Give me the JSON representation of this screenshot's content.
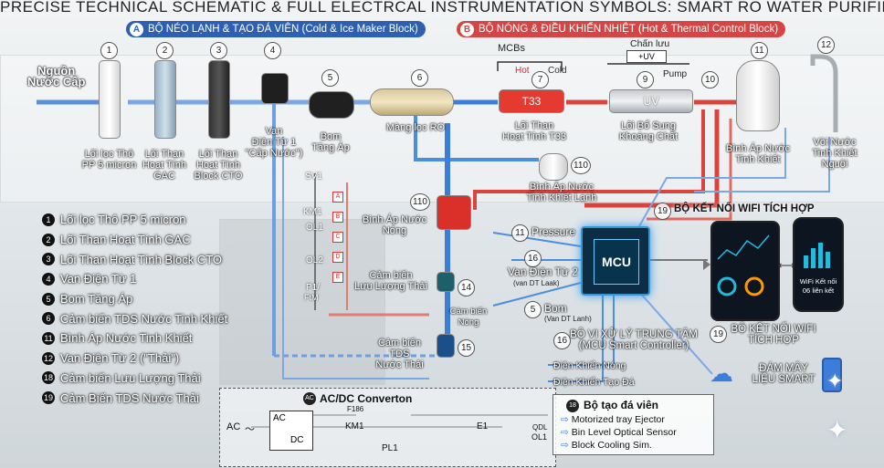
{
  "title": "PRECISE TECHNICAL SCHEMATIC & FULL ELECTRCAL INSTRUMENTATION SYMBOLS: SMART RO WATER PURIFIER",
  "section_a": {
    "badge": "A",
    "label": "BỘ NÉO LẠNH & TẠO ĐÁ VIÊN (Cold & Ice Maker Block)"
  },
  "section_b": {
    "badge": "B",
    "label": "BỘ NÓNG & ĐIỀU KHIỂN NHIỆT (Hot & Thermal Control Block)"
  },
  "source": {
    "line1": "Nguồn",
    "line2": "Nước Cấp"
  },
  "stages": [
    {
      "num": "1",
      "line1": "Lõi lọc Thô",
      "line2": "PP 5 micron",
      "line3": ""
    },
    {
      "num": "2",
      "line1": "Lõi Thạn",
      "line2": "Hoạt Tính",
      "line3": "GAC"
    },
    {
      "num": "3",
      "line1": "Lõi Than",
      "line2": "Hoạt Tính",
      "line3": "Block CTO"
    },
    {
      "num": "4",
      "line1": "Van",
      "line2": "Điện Từ 1",
      "line3": "\"Cấp Nước\")"
    },
    {
      "num": "5",
      "line1": "Bom",
      "line2": "Tăng Áp",
      "line3": ""
    },
    {
      "num": "6",
      "line1": "Màng lọc RO",
      "line2": "",
      "line3": ""
    },
    {
      "num": "7",
      "line1": "Lõi Than",
      "line2": "Hoạt Tính T33",
      "line3": ""
    },
    {
      "num": "9",
      "line1": "Lõi Bổ Sung",
      "line2": "Khoáng Chất",
      "line3": ""
    },
    {
      "num": "10",
      "line1": "",
      "line2": "",
      "line3": ""
    },
    {
      "num": "11",
      "line1": "Bình Áp Nước",
      "line2": "Tinh Khiết",
      "line3": ""
    },
    {
      "num": "12",
      "line1": "Vòi Nước",
      "line2": "Tinh Khiết",
      "line3": "Nguội"
    }
  ],
  "hot_labels": {
    "mcbs": "MCBs",
    "hot": "Hot",
    "cold": "Cold",
    "t33": "T33",
    "uv": "UV",
    "uv_panel": "Chấn lưu",
    "uv_tag": "+UV",
    "pump": "Pump"
  },
  "cold_tank": {
    "num": "110",
    "line1": "Bình Áp Nước",
    "line2": "Tinh Khiết Lạnh"
  },
  "hot_tank": {
    "num": "110",
    "line1": "Bình Áp Nước",
    "line2": "Nóng"
  },
  "flow_sensor": {
    "line1": "Cảm biến",
    "line2": "Lưu Lượng Thải",
    "num": "14"
  },
  "tds_sensor": {
    "line1": "Cảm biến",
    "line2": "TDS",
    "line3": "Nước Thải",
    "num": "15"
  },
  "temp_sensor": {
    "line1": "Cảm biến",
    "line2": "Nóng"
  },
  "relays": {
    "sv": "SV1",
    "km1": "KM1",
    "ol1": "OL1",
    "ol2": "OL2",
    "p1": "P1/",
    "p1b": "FtM",
    "boxes": [
      "A",
      "B",
      "C",
      "D",
      "E"
    ]
  },
  "mcu": {
    "label": "MCU",
    "pressure_num": "11",
    "pressure": "Pressure",
    "van_num": "16",
    "van": "Van Điện Từ 2",
    "van_sub": "(van DT Laak)",
    "bom_num": "5",
    "bom": "Bom",
    "bom_sub": "(Van DT Lanh)",
    "ctrl_num": "16",
    "ctrl_line1": "BỘ VI XỬ LÝ TRUNG TÂM",
    "ctrl_line2": "(MCU Smart Controller)",
    "hot_ctrl": "Điện Khiển Nóng",
    "ice_ctrl": "Điện Khiển Tạo Đá"
  },
  "wifi": {
    "num": "19",
    "label": "BỘ KẾT NỐI WIFI TÍCH HỢP",
    "num2": "19",
    "label2_line1": "BỘ KẾT NỐI WIFI",
    "label2_line2": "TÍCH HỢP",
    "phone_text1": "WiFi Kết nối",
    "phone_text2": "06 liên kết"
  },
  "cloud": {
    "line1": "ĐÁM MÂY",
    "line2": "LIỆU SMART"
  },
  "legend": [
    {
      "num": "1",
      "text": "Lõi lọc Thô PP 5 micron"
    },
    {
      "num": "2",
      "text": "Lõi Than Hoạt Tính GAC"
    },
    {
      "num": "3",
      "text": "Lõi Than Hoạt Tính Block CTO"
    },
    {
      "num": "4",
      "text": "Van Điện Từ 1"
    },
    {
      "num": "5",
      "text": "Bom Tăng Áp"
    },
    {
      "num": "6",
      "text": "Cảm biến TDS Nước Tinh Khiết"
    },
    {
      "num": "11",
      "text": "Bình Áp Nước Tinh Khiết"
    },
    {
      "num": "12",
      "text": "Van Điện Từ 2 (\"Thải\")"
    },
    {
      "num": "18",
      "text": "Cảm biến Lưu Lượng Thải"
    },
    {
      "num": "19",
      "text": "Cảm Biến TDS Nước Thải"
    }
  ],
  "converter": {
    "badge": "AC",
    "title": "AC/DC Converton",
    "ac_left": "AC",
    "ac": "AC",
    "dc": "DC",
    "km1": "KM1",
    "pl1": "PL1",
    "fuse": "F186",
    "e1": "E1",
    "ol1": "OL1",
    "ol1b": "QDL"
  },
  "ejector": {
    "num": "18",
    "title": "Bộ tạo đá viên",
    "items": [
      "Motorized tray Ejector",
      "Bin Level Optical Sensor",
      "Block Cooling Sim."
    ]
  },
  "colors": {
    "cold": "#3b7dd8",
    "hot": "#d9443c",
    "signal": "#4a8fdd"
  }
}
